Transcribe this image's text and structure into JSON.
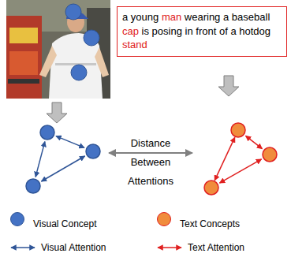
{
  "diagram": {
    "nodes": [
      {
        "text": [
          "a young man wearing a baseball cap is posing in front of a hotdog stand"
        ]
      }
    ],
    "labels": [
      "Distance Between Attentions"
    ],
    "legend": [
      {
        "text": "Visual Concept",
        "color": "#4472c4"
      },
      {
        "text": "Text Concepts",
        "color": "#f08c3c"
      },
      {
        "text": "Visual Attention"
      },
      {
        "text": "Text Attention"
      }
    ]
  }
}
